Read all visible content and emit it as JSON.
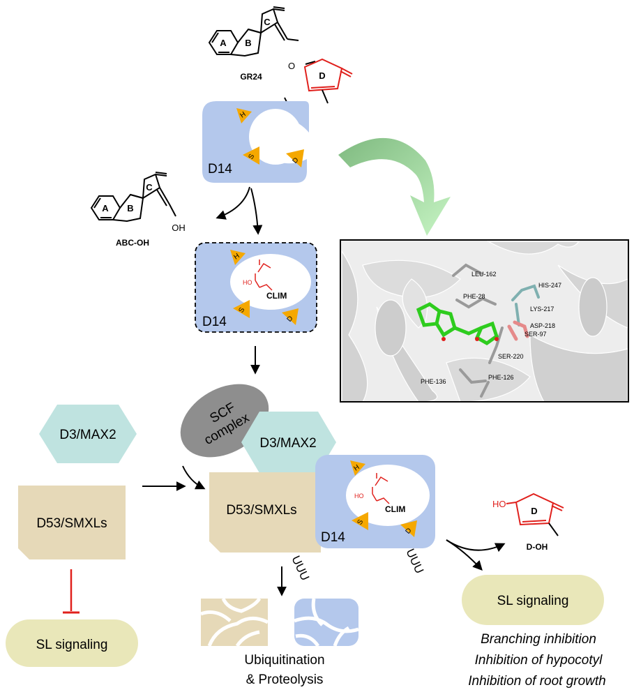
{
  "molecules": {
    "gr24": {
      "name": "GR24",
      "ring_a": "A",
      "ring_b": "B",
      "ring_c": "C",
      "ring_d": "D",
      "atom_o": "O"
    },
    "abc_oh": {
      "name": "ABC-OH",
      "ring_a": "A",
      "ring_b": "B",
      "ring_c": "C",
      "atom_oh": "OH"
    },
    "d_oh": {
      "name": "D-OH",
      "ring_d": "D",
      "atom_ho": "HO"
    }
  },
  "receptor": {
    "label": "D14",
    "site_h": "H",
    "site_s": "S",
    "site_d": "D",
    "intermediate": "CLIM",
    "atom_ho": "HO"
  },
  "complex": {
    "scf_line1": "SCF",
    "scf_line2": "complex",
    "d3max2": "D3/MAX2",
    "d53smxls": "D53/SMXLs",
    "ubiquitin": "UUU"
  },
  "left": {
    "d3max2": "D3/MAX2",
    "d53smxls": "D53/SMXLs",
    "sl_signaling": "SL signaling"
  },
  "degradation": {
    "line1": "Ubiquitination",
    "line2": "& Proteolysis"
  },
  "right": {
    "sl_signaling": "SL signaling",
    "effects": [
      "Branching inhibition",
      "Inhibition of hypocotyl",
      "Inhibition of root growth"
    ]
  },
  "structure_inset": {
    "residues": [
      "LEU-162",
      "HIS-247",
      "PHE-28",
      "LYS-217",
      "ASP-218",
      "SER-97",
      "SER-220",
      "PHE-136",
      "PHE-126"
    ]
  },
  "colors": {
    "receptor_blue": "#b4c8ec",
    "d53_tan": "#e6d9b8",
    "d3_teal": "#bfe3e0",
    "scf_gray": "#8e8e8e",
    "sl_yellow": "#e9e7b9",
    "site_orange": "#f5a800",
    "d_ring_red": "#e0201c",
    "inhibit_red": "#e0201c",
    "ligand_green": "#2ecc1e",
    "arrow_green_dark": "#7fba80",
    "arrow_green_light": "#bff0bd"
  }
}
